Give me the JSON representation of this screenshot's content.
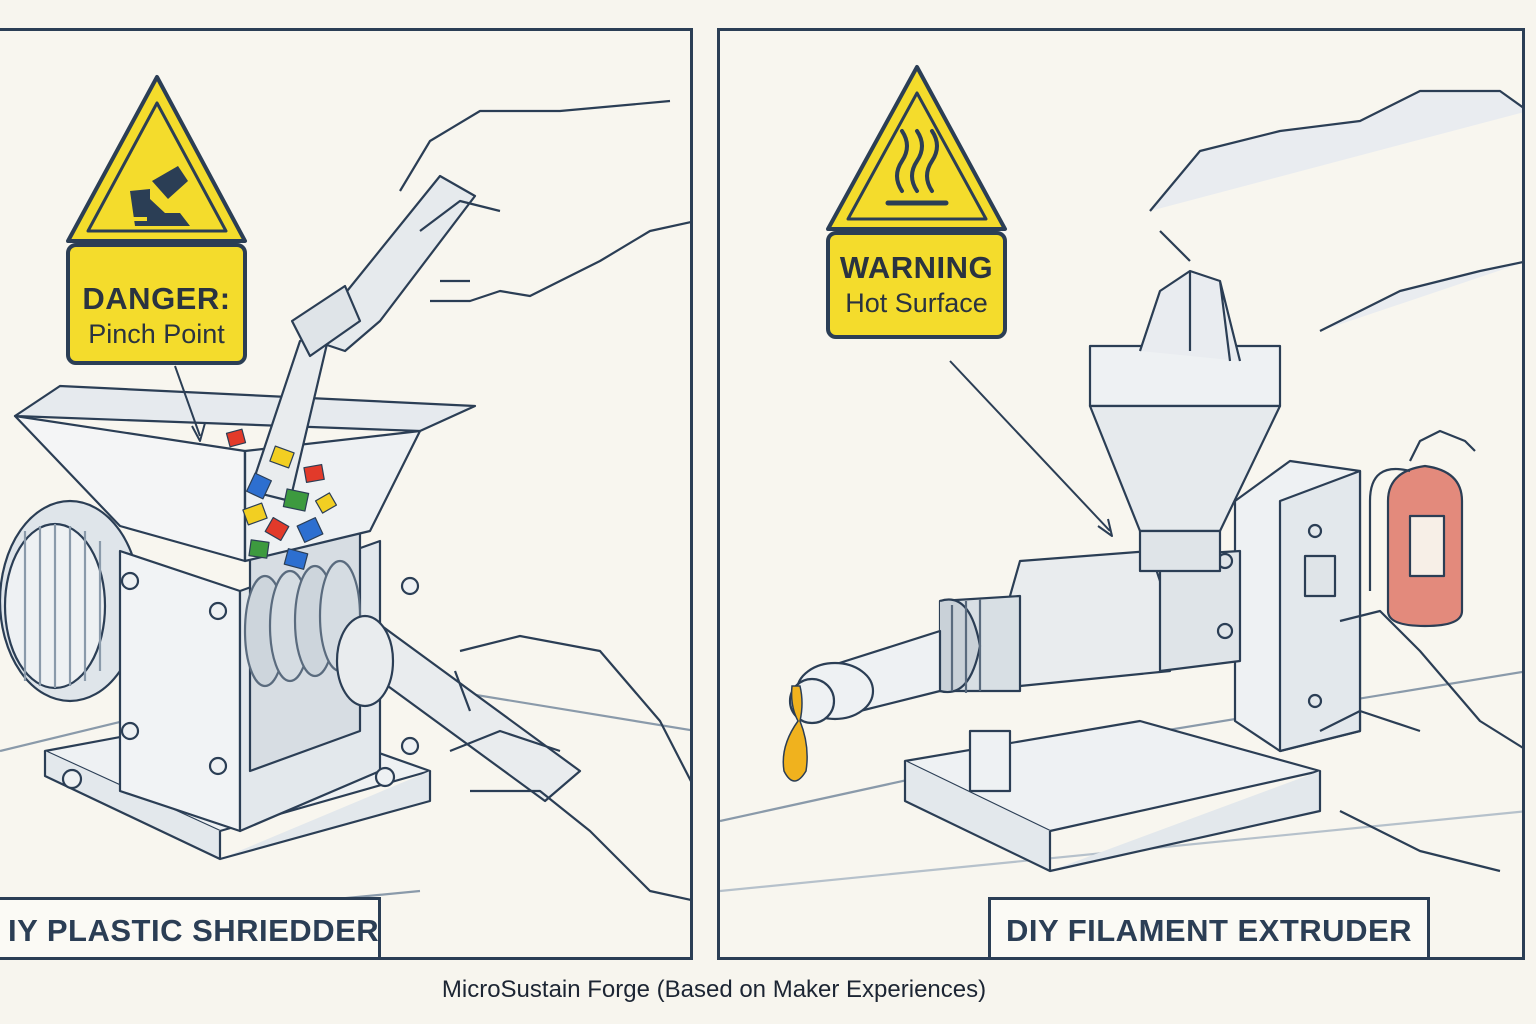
{
  "left_panel": {
    "sign_heading": "DANGER:",
    "sign_subtext": "Pinch Point",
    "sign_icon": "pinch-point-icon",
    "caption": "IY PLASTIC SHRIEDDER"
  },
  "right_panel": {
    "sign_heading": "WARNING",
    "sign_subtext": "Hot Surface",
    "sign_icon": "hot-surface-icon",
    "caption": "DIY FILAMENT EXTRUDER"
  },
  "footer": "MicroSustain Forge (Based on Maker Experiences)",
  "colors": {
    "ink": "#2b3e55",
    "sign_yellow": "#f4dc2c",
    "paper": "#f7f5ee",
    "molten_plastic": "#f0b21e",
    "extinguisher_red": "#e38a7c"
  }
}
